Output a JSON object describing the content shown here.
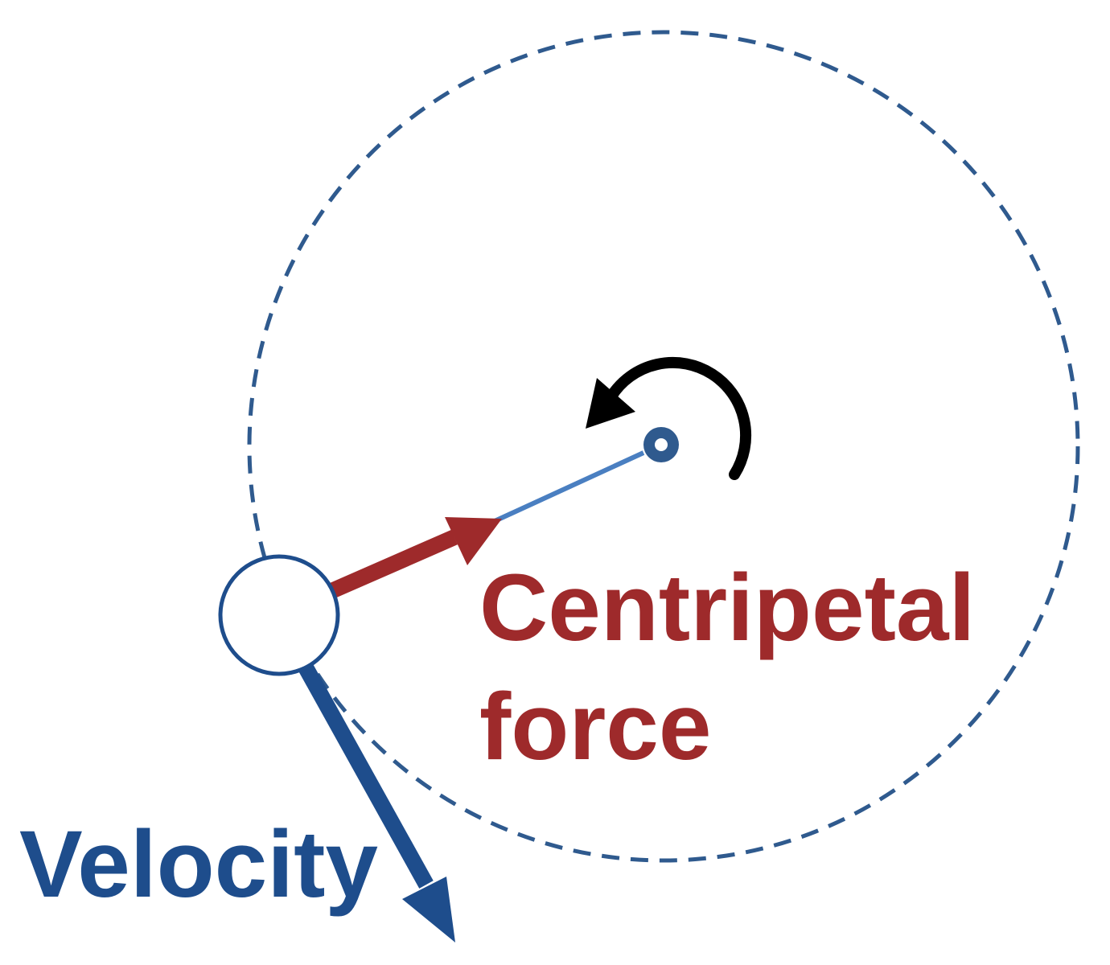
{
  "labels": {
    "centripetal_line1": "Centripetal",
    "centripetal_line2": "force",
    "velocity": "Velocity"
  },
  "colors": {
    "orbit": "#2f5a8e",
    "radius_line": "#4a7fc1",
    "centripetal": "#9e2a2b",
    "velocity": "#1e4d8c",
    "rotation_arrow": "#000000",
    "object_outline": "#1e4d8c"
  },
  "icons": {
    "rotation": "counterclockwise-rotation-arrow-icon",
    "pivot": "center-pivot-icon"
  }
}
